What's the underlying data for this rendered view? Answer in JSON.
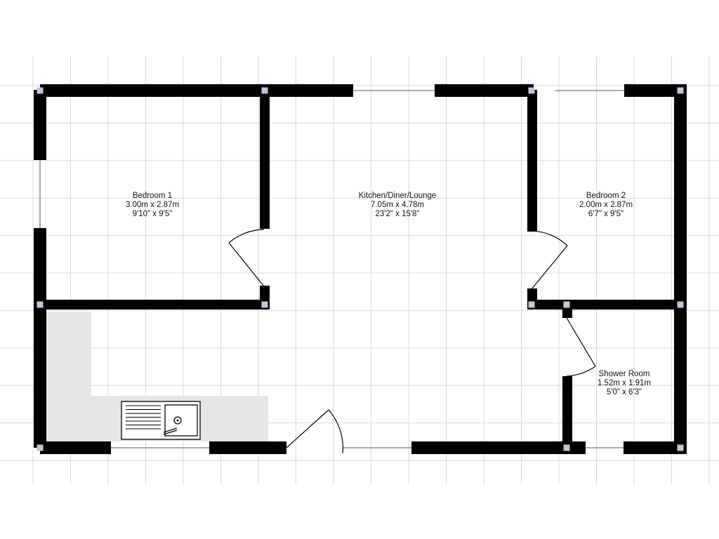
{
  "colors": {
    "wall": "#000000",
    "grid": "#d9d9d9",
    "worktop": "#e6e6e6",
    "node": "#c9c3dc",
    "background": "#ffffff"
  },
  "rooms": [
    {
      "id": "bedroom-1",
      "name": "Bedroom 1",
      "metric": "3.00m x 2.87m",
      "imperial": "9'10\" x 9'5\""
    },
    {
      "id": "kitchen-diner-lounge",
      "name": "Kitchen/Diner/Lounge",
      "metric": "7.05m x 4.78m",
      "imperial": "23'2\" x 15'8\""
    },
    {
      "id": "bedroom-2",
      "name": "Bedroom 2",
      "metric": "2.00m x 2.87m",
      "imperial": "6'7\" x 9'5\""
    },
    {
      "id": "shower-room",
      "name": "Shower Room",
      "metric": "1.52m x 1.91m",
      "imperial": "5'0\" x 6'3\""
    }
  ],
  "fixtures": [
    "kitchen-sink-icon",
    "kitchen-worktop"
  ]
}
